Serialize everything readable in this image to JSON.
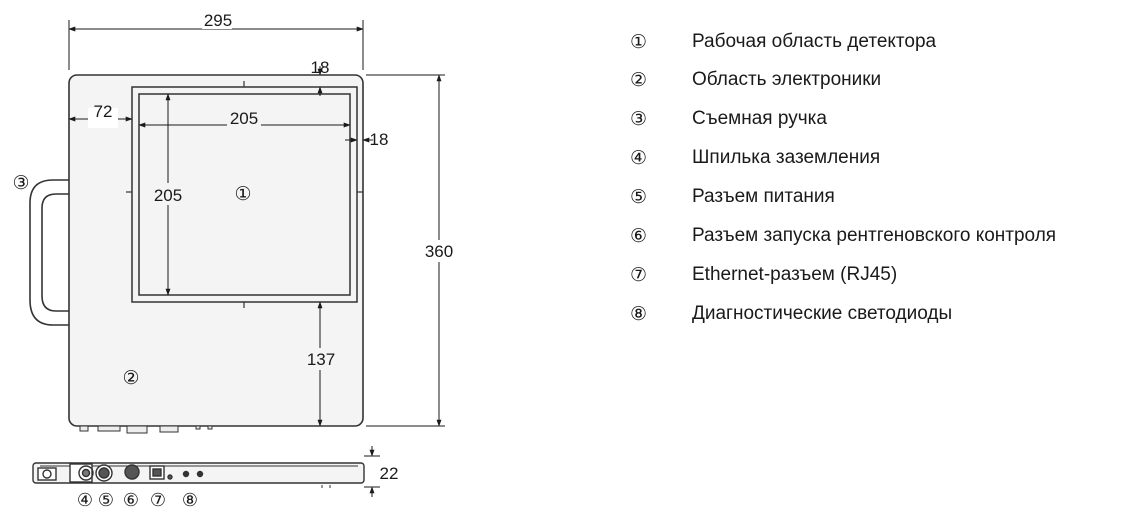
{
  "drawing": {
    "dimensions": {
      "total_width": "295",
      "total_height": "360",
      "active_area_width": "205",
      "active_area_height": "205",
      "top_margin": "18",
      "left_margin": "72",
      "right_margin": "18",
      "bottom_margin": "137",
      "thickness": "22"
    },
    "callouts": {
      "active_area": "①",
      "electronics": "②",
      "handle": "③",
      "ground_stud": "④",
      "power": "⑤",
      "xray_trigger": "⑥",
      "ethernet": "⑦",
      "diag_leds": "⑧"
    }
  },
  "legend": {
    "items": [
      {
        "num": "①",
        "text": "Рабочая область детектора"
      },
      {
        "num": "②",
        "text": "Область электроники"
      },
      {
        "num": "③",
        "text": "Съемная ручка"
      },
      {
        "num": "④",
        "text": "Шпилька заземления"
      },
      {
        "num": "⑤",
        "text": "Разъем питания"
      },
      {
        "num": "⑥",
        "text": "Разъем запуска рентгеновского контроля"
      },
      {
        "num": "⑦",
        "text": "Ethernet-разъем (RJ45)"
      },
      {
        "num": "⑧",
        "text": "Диагностические светодиоды"
      }
    ]
  }
}
